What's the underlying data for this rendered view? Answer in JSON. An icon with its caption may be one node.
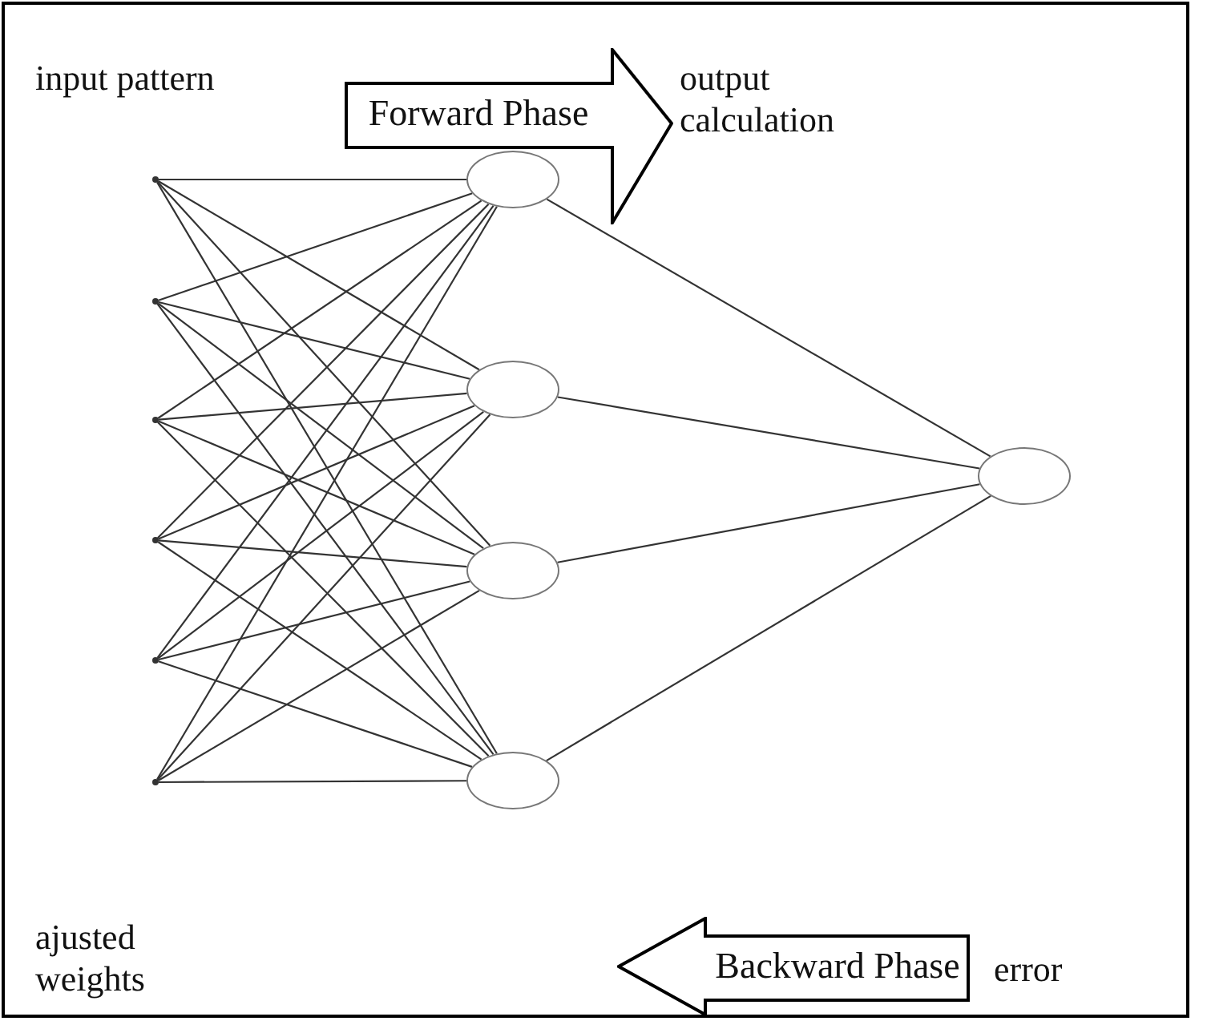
{
  "diagram": {
    "nodes": [
      {
        "text": [
          "Forward Phase"
        ]
      },
      {
        "text": [],
        "shape": "point"
      },
      {
        "text": [],
        "shape": "point"
      },
      {
        "text": [],
        "shape": "point"
      },
      {
        "text": [],
        "shape": "point"
      },
      {
        "text": [],
        "shape": "point"
      },
      {
        "text": [],
        "shape": "point"
      },
      {
        "text": [],
        "shape": "circle"
      },
      {
        "text": [],
        "shape": "circle"
      },
      {
        "text": [],
        "shape": "circle"
      },
      {
        "text": [],
        "shape": "circle"
      },
      {
        "text": [],
        "shape": "circle"
      },
      {
        "text": [
          "Backward Phase"
        ]
      }
    ],
    "edges": [
      {
        "from": 1,
        "to": 7,
        "arrow": "none"
      },
      {
        "from": 1,
        "to": 8,
        "arrow": "none"
      },
      {
        "from": 1,
        "to": 9,
        "arrow": "none"
      },
      {
        "from": 1,
        "to": 10,
        "arrow": "none"
      },
      {
        "from": 2,
        "to": 7,
        "arrow": "none"
      },
      {
        "from": 2,
        "to": 8,
        "arrow": "none"
      },
      {
        "from": 2,
        "to": 9,
        "arrow": "none"
      },
      {
        "from": 2,
        "to": 10,
        "arrow": "none"
      },
      {
        "from": 3,
        "to": 7,
        "arrow": "none"
      },
      {
        "from": 3,
        "to": 8,
        "arrow": "none"
      },
      {
        "from": 3,
        "to": 9,
        "arrow": "none"
      },
      {
        "from": 3,
        "to": 10,
        "arrow": "none"
      },
      {
        "from": 4,
        "to": 7,
        "arrow": "none"
      },
      {
        "from": 4,
        "to": 8,
        "arrow": "none"
      },
      {
        "from": 4,
        "to": 9,
        "arrow": "none"
      },
      {
        "from": 4,
        "to": 10,
        "arrow": "none"
      },
      {
        "from": 5,
        "to": 7,
        "arrow": "none"
      },
      {
        "from": 5,
        "to": 8,
        "arrow": "none"
      },
      {
        "from": 5,
        "to": 9,
        "arrow": "none"
      },
      {
        "from": 5,
        "to": 10,
        "arrow": "none"
      },
      {
        "from": 6,
        "to": 7,
        "arrow": "none"
      },
      {
        "from": 6,
        "to": 8,
        "arrow": "none"
      },
      {
        "from": 6,
        "to": 9,
        "arrow": "none"
      },
      {
        "from": 6,
        "to": 10,
        "arrow": "none"
      },
      {
        "from": 7,
        "to": 11,
        "arrow": "none"
      },
      {
        "from": 8,
        "to": 11,
        "arrow": "none"
      },
      {
        "from": 9,
        "to": 11,
        "arrow": "none"
      },
      {
        "from": 10,
        "to": 11,
        "arrow": "none"
      }
    ],
    "labels": [
      "input pattern",
      "output calculation",
      "ajusted weights",
      "error"
    ]
  }
}
